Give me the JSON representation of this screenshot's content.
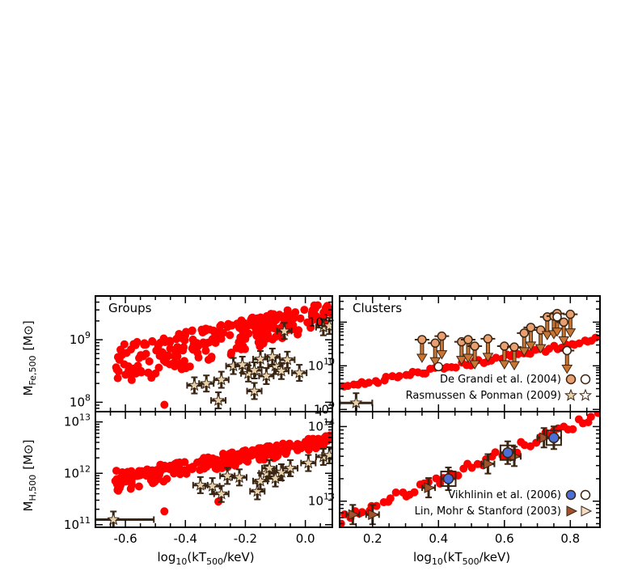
{
  "colors": {
    "sim": "#ff0000",
    "obs_fill": "#e6d2ad",
    "obs_edge": "#3a2412",
    "errorbar": "#6b4423",
    "degrandi": "#e8a070",
    "vikhlinin": "#4a6fd6",
    "linmohr": "#a0522d",
    "arrow": "#c87533"
  },
  "chart_data": [
    {
      "id": "groups-fe",
      "type": "scatter",
      "panel_label": "Groups",
      "ylabel_main": "M",
      "ylabel_sub": "Fe,500",
      "ylabel_unit": "[M",
      "ylabel_unit_close": "]",
      "xlim": [
        -0.7,
        0.09
      ],
      "ylim_log10": [
        7.85,
        9.7
      ],
      "yscale": "log",
      "yticks": [
        {
          "exp": 9,
          "label_base": "10",
          "label_exp": "9"
        },
        {
          "exp": 8,
          "label_base": "10",
          "label_exp": "8"
        }
      ],
      "sim_band": {
        "x0": -0.635,
        "x1": 0.09,
        "lo0": 8.2,
        "lo1": 9.22,
        "hi0": 8.9,
        "hi1": 9.62,
        "n": 260
      },
      "sim_outliers": [
        [
          -0.47,
          7.96
        ],
        [
          -0.14,
          8.94
        ],
        [
          -0.62,
          8.7
        ]
      ],
      "observations": [
        {
          "x": -0.37,
          "y": 8.27
        },
        {
          "x": -0.33,
          "y": 8.3
        },
        {
          "x": -0.28,
          "y": 8.36
        },
        {
          "x": -0.29,
          "y": 8.03
        },
        {
          "x": -0.24,
          "y": 8.58
        },
        {
          "x": -0.21,
          "y": 8.6
        },
        {
          "x": -0.19,
          "y": 8.46
        },
        {
          "x": -0.17,
          "y": 8.51
        },
        {
          "x": -0.15,
          "y": 8.69
        },
        {
          "x": -0.13,
          "y": 8.42
        },
        {
          "x": -0.1,
          "y": 8.58
        },
        {
          "x": -0.08,
          "y": 8.5
        },
        {
          "x": -0.17,
          "y": 8.18
        },
        {
          "x": -0.06,
          "y": 8.68
        },
        {
          "x": -0.02,
          "y": 8.47
        },
        {
          "x": -0.07,
          "y": 9.14
        },
        {
          "x": 0.06,
          "y": 9.2
        },
        {
          "x": 0.08,
          "y": 9.22
        },
        {
          "x": -0.11,
          "y": 8.73
        }
      ]
    },
    {
      "id": "groups-h",
      "type": "scatter",
      "ylabel_main": "M",
      "ylabel_sub": "H,500",
      "ylabel_unit": "[M",
      "ylabel_unit_close": "]",
      "xlabel_main": "log",
      "xlabel_sub1": "10",
      "xlabel_mid": "(kT",
      "xlabel_sub2": "500",
      "xlabel_end": "/keV)",
      "xlim": [
        -0.7,
        0.09
      ],
      "ylim_log10": [
        10.95,
        13.2
      ],
      "yscale": "log",
      "xticks": [
        {
          "v": -0.6,
          "label": "-0.6"
        },
        {
          "v": -0.4,
          "label": "-0.4"
        },
        {
          "v": -0.2,
          "label": "-0.2"
        },
        {
          "v": 0.0,
          "label": "0.0"
        }
      ],
      "yticks": [
        {
          "exp": 13,
          "label_base": "10",
          "label_exp": "13"
        },
        {
          "exp": 12,
          "label_base": "10",
          "label_exp": "12"
        },
        {
          "exp": 11,
          "label_base": "10",
          "label_exp": "11"
        }
      ],
      "sim_band": {
        "x0": -0.635,
        "x1": 0.09,
        "lo0": 11.6,
        "lo1": 12.55,
        "hi0": 12.02,
        "hi1": 12.75,
        "n": 240
      },
      "sim_outliers": [
        [
          -0.47,
          11.26
        ],
        [
          -0.29,
          11.45
        ],
        [
          -0.63,
          12.05
        ]
      ],
      "observations": [
        {
          "x": -0.64,
          "y": 11.1
        },
        {
          "x": -0.35,
          "y": 11.77
        },
        {
          "x": -0.31,
          "y": 11.75
        },
        {
          "x": -0.28,
          "y": 11.6
        },
        {
          "x": -0.26,
          "y": 11.95
        },
        {
          "x": -0.22,
          "y": 11.92
        },
        {
          "x": -0.16,
          "y": 11.65
        },
        {
          "x": -0.15,
          "y": 11.85
        },
        {
          "x": -0.13,
          "y": 12.0
        },
        {
          "x": -0.1,
          "y": 11.9
        },
        {
          "x": -0.08,
          "y": 12.02
        },
        {
          "x": -0.05,
          "y": 12.1
        },
        {
          "x": 0.01,
          "y": 12.2
        },
        {
          "x": 0.06,
          "y": 12.32
        },
        {
          "x": 0.08,
          "y": 12.35
        },
        {
          "x": -0.12,
          "y": 12.1
        }
      ]
    },
    {
      "id": "clusters-fe",
      "type": "scatter",
      "panel_label": "Clusters",
      "xlim": [
        0.1,
        0.89
      ],
      "ylim_log10": [
        8.95,
        11.6
      ],
      "yscale": "log",
      "yticks": [
        {
          "exp": 11,
          "label_base": "10",
          "label_exp": "11"
        },
        {
          "exp": 10,
          "label_base": "10",
          "label_exp": "10"
        },
        {
          "exp": 9,
          "label_base": "10",
          "label_exp": "9"
        }
      ],
      "sim_line": {
        "x0": 0.1,
        "x1": 0.88,
        "y0": 9.5,
        "y1": 10.6,
        "n": 60
      },
      "upper_limits": [
        {
          "x": 0.35,
          "y": 10.6
        },
        {
          "x": 0.39,
          "y": 10.52
        },
        {
          "x": 0.41,
          "y": 10.68
        },
        {
          "x": 0.47,
          "y": 10.55
        },
        {
          "x": 0.49,
          "y": 10.6
        },
        {
          "x": 0.51,
          "y": 10.45
        },
        {
          "x": 0.55,
          "y": 10.62
        },
        {
          "x": 0.6,
          "y": 10.45
        },
        {
          "x": 0.63,
          "y": 10.43
        },
        {
          "x": 0.66,
          "y": 10.75
        },
        {
          "x": 0.68,
          "y": 10.88
        },
        {
          "x": 0.71,
          "y": 10.82
        },
        {
          "x": 0.73,
          "y": 11.12
        },
        {
          "x": 0.75,
          "y": 11.14
        },
        {
          "x": 0.76,
          "y": 11.2
        },
        {
          "x": 0.78,
          "y": 11.0
        },
        {
          "x": 0.8,
          "y": 11.18
        },
        {
          "x": 0.79,
          "y": 10.35
        }
      ],
      "degrandi_hollow": [
        [
          0.4,
          9.98
        ],
        [
          0.79,
          10.35
        ],
        [
          0.76,
          11.12
        ]
      ],
      "rasmussen": [
        {
          "x": 0.15,
          "y": 9.15
        }
      ],
      "legend": [
        {
          "label": "De Grandi et al. (2004)",
          "sym": "circle",
          "color": "#e8a070"
        },
        {
          "label": "Rasmussen & Ponman (2009)",
          "sym": "star",
          "color": "#e6d2ad"
        }
      ]
    },
    {
      "id": "clusters-h",
      "type": "scatter",
      "xlabel_main": "log",
      "xlabel_sub1": "10",
      "xlabel_mid": "(kT",
      "xlabel_sub2": "500",
      "xlabel_end": "/keV)",
      "xlim": [
        0.1,
        0.89
      ],
      "ylim_log10": [
        12.65,
        14.2
      ],
      "yscale": "log",
      "xticks": [
        {
          "v": 0.2,
          "label": "0.2"
        },
        {
          "v": 0.4,
          "label": "0.4"
        },
        {
          "v": 0.6,
          "label": "0.6"
        },
        {
          "v": 0.8,
          "label": "0.8"
        }
      ],
      "yticks": [
        {
          "exp": 14,
          "label_base": "10",
          "label_exp": "14"
        },
        {
          "exp": 13,
          "label_base": "10",
          "label_exp": "13"
        }
      ],
      "sim_line": {
        "x0": 0.1,
        "x1": 0.88,
        "y0": 12.75,
        "y1": 14.15,
        "n": 55
      },
      "vikhlinin": [
        {
          "x": 0.43,
          "y": 13.3
        },
        {
          "x": 0.61,
          "y": 13.65
        },
        {
          "x": 0.75,
          "y": 13.85
        }
      ],
      "linmohr": [
        {
          "x": 0.14,
          "y": 12.82
        },
        {
          "x": 0.2,
          "y": 12.82
        },
        {
          "x": 0.37,
          "y": 13.18
        },
        {
          "x": 0.55,
          "y": 13.5
        },
        {
          "x": 0.63,
          "y": 13.6
        },
        {
          "x": 0.72,
          "y": 13.85
        }
      ],
      "legend": [
        {
          "label": "Vikhlinin et al. (2006)",
          "sym": "circle",
          "color": "#4a6fd6"
        },
        {
          "label": "Lin, Mohr & Stanford (2003)",
          "sym": "triangle",
          "color": "#a0522d"
        }
      ]
    }
  ]
}
